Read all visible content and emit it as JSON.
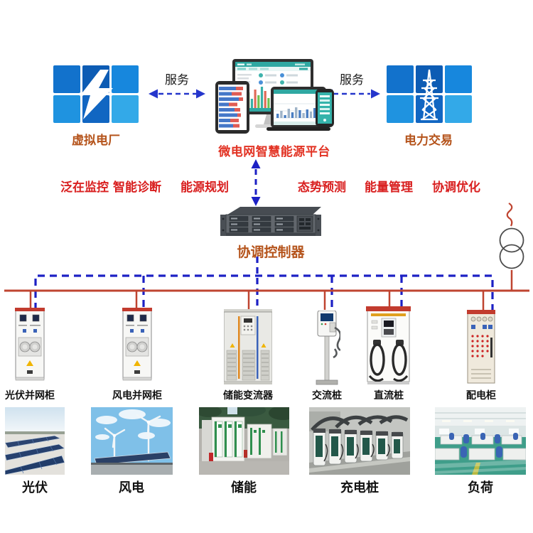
{
  "diagram": {
    "platform_label": "微电网智慧能源平台",
    "virtual_plant_label": "虚拟电厂",
    "power_trading_label": "电力交易",
    "service_left": "服务",
    "service_right": "服务",
    "controller_label": "协调控制器",
    "functions": [
      "泛在监控",
      "智能诊断",
      "能源规划",
      "态势预测",
      "能量管理",
      "协调优化"
    ],
    "equipment_labels": [
      "光伏并网柜",
      "风电并网柜",
      "储能变流器",
      "交流桩",
      "直流桩",
      "配电柜"
    ],
    "resource_labels": [
      "光伏",
      "风电",
      "储能",
      "充电桩",
      "负荷"
    ],
    "colors": {
      "bus_red": "#bf4430",
      "comm_blue": "#1c20c4",
      "accent_orange": "#b5541c",
      "function_red": "#d92020",
      "tile_blue": "#1272cc",
      "platform_teal": "#2fa8a2"
    }
  }
}
